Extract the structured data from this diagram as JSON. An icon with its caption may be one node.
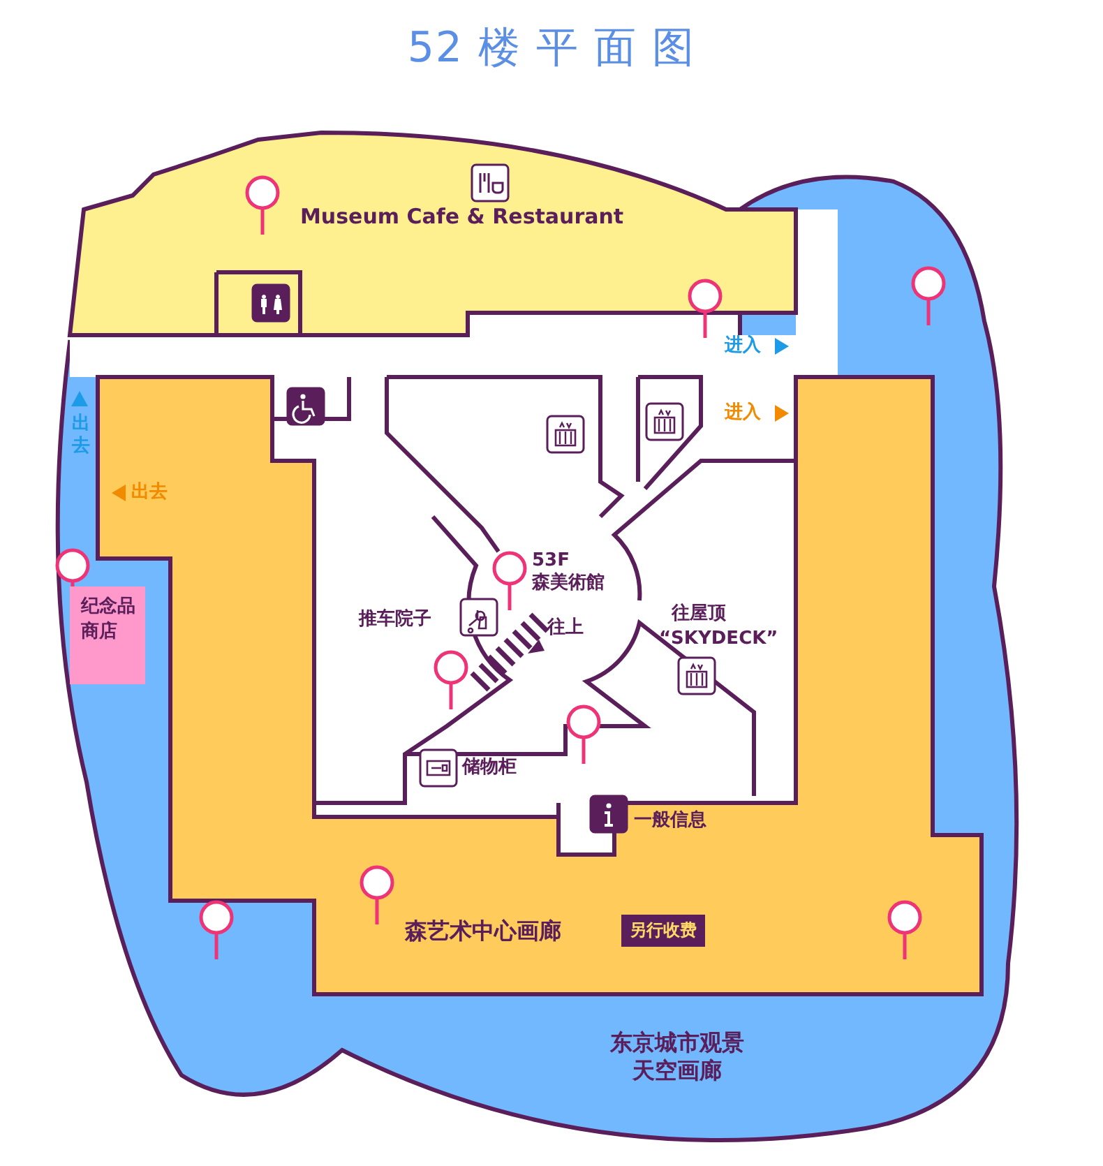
{
  "diagram": {
    "title": "52 楼 平 面 图",
    "nodes": [
      {
        "text": [
          "纪念品商店"
        ]
      },
      {
        "text": [
          "另行收费"
        ]
      }
    ],
    "labels": [
      "Museum Cafe & Restaurant",
      "进入",
      "进入",
      "出去",
      "出去",
      "53F",
      "森美術館",
      "推车院子",
      "往上",
      "往屋顶",
      "“SKYDECK”",
      "储物柜",
      "一般信息",
      "森艺术中心画廊",
      "东京城市观景天空画廊"
    ]
  }
}
